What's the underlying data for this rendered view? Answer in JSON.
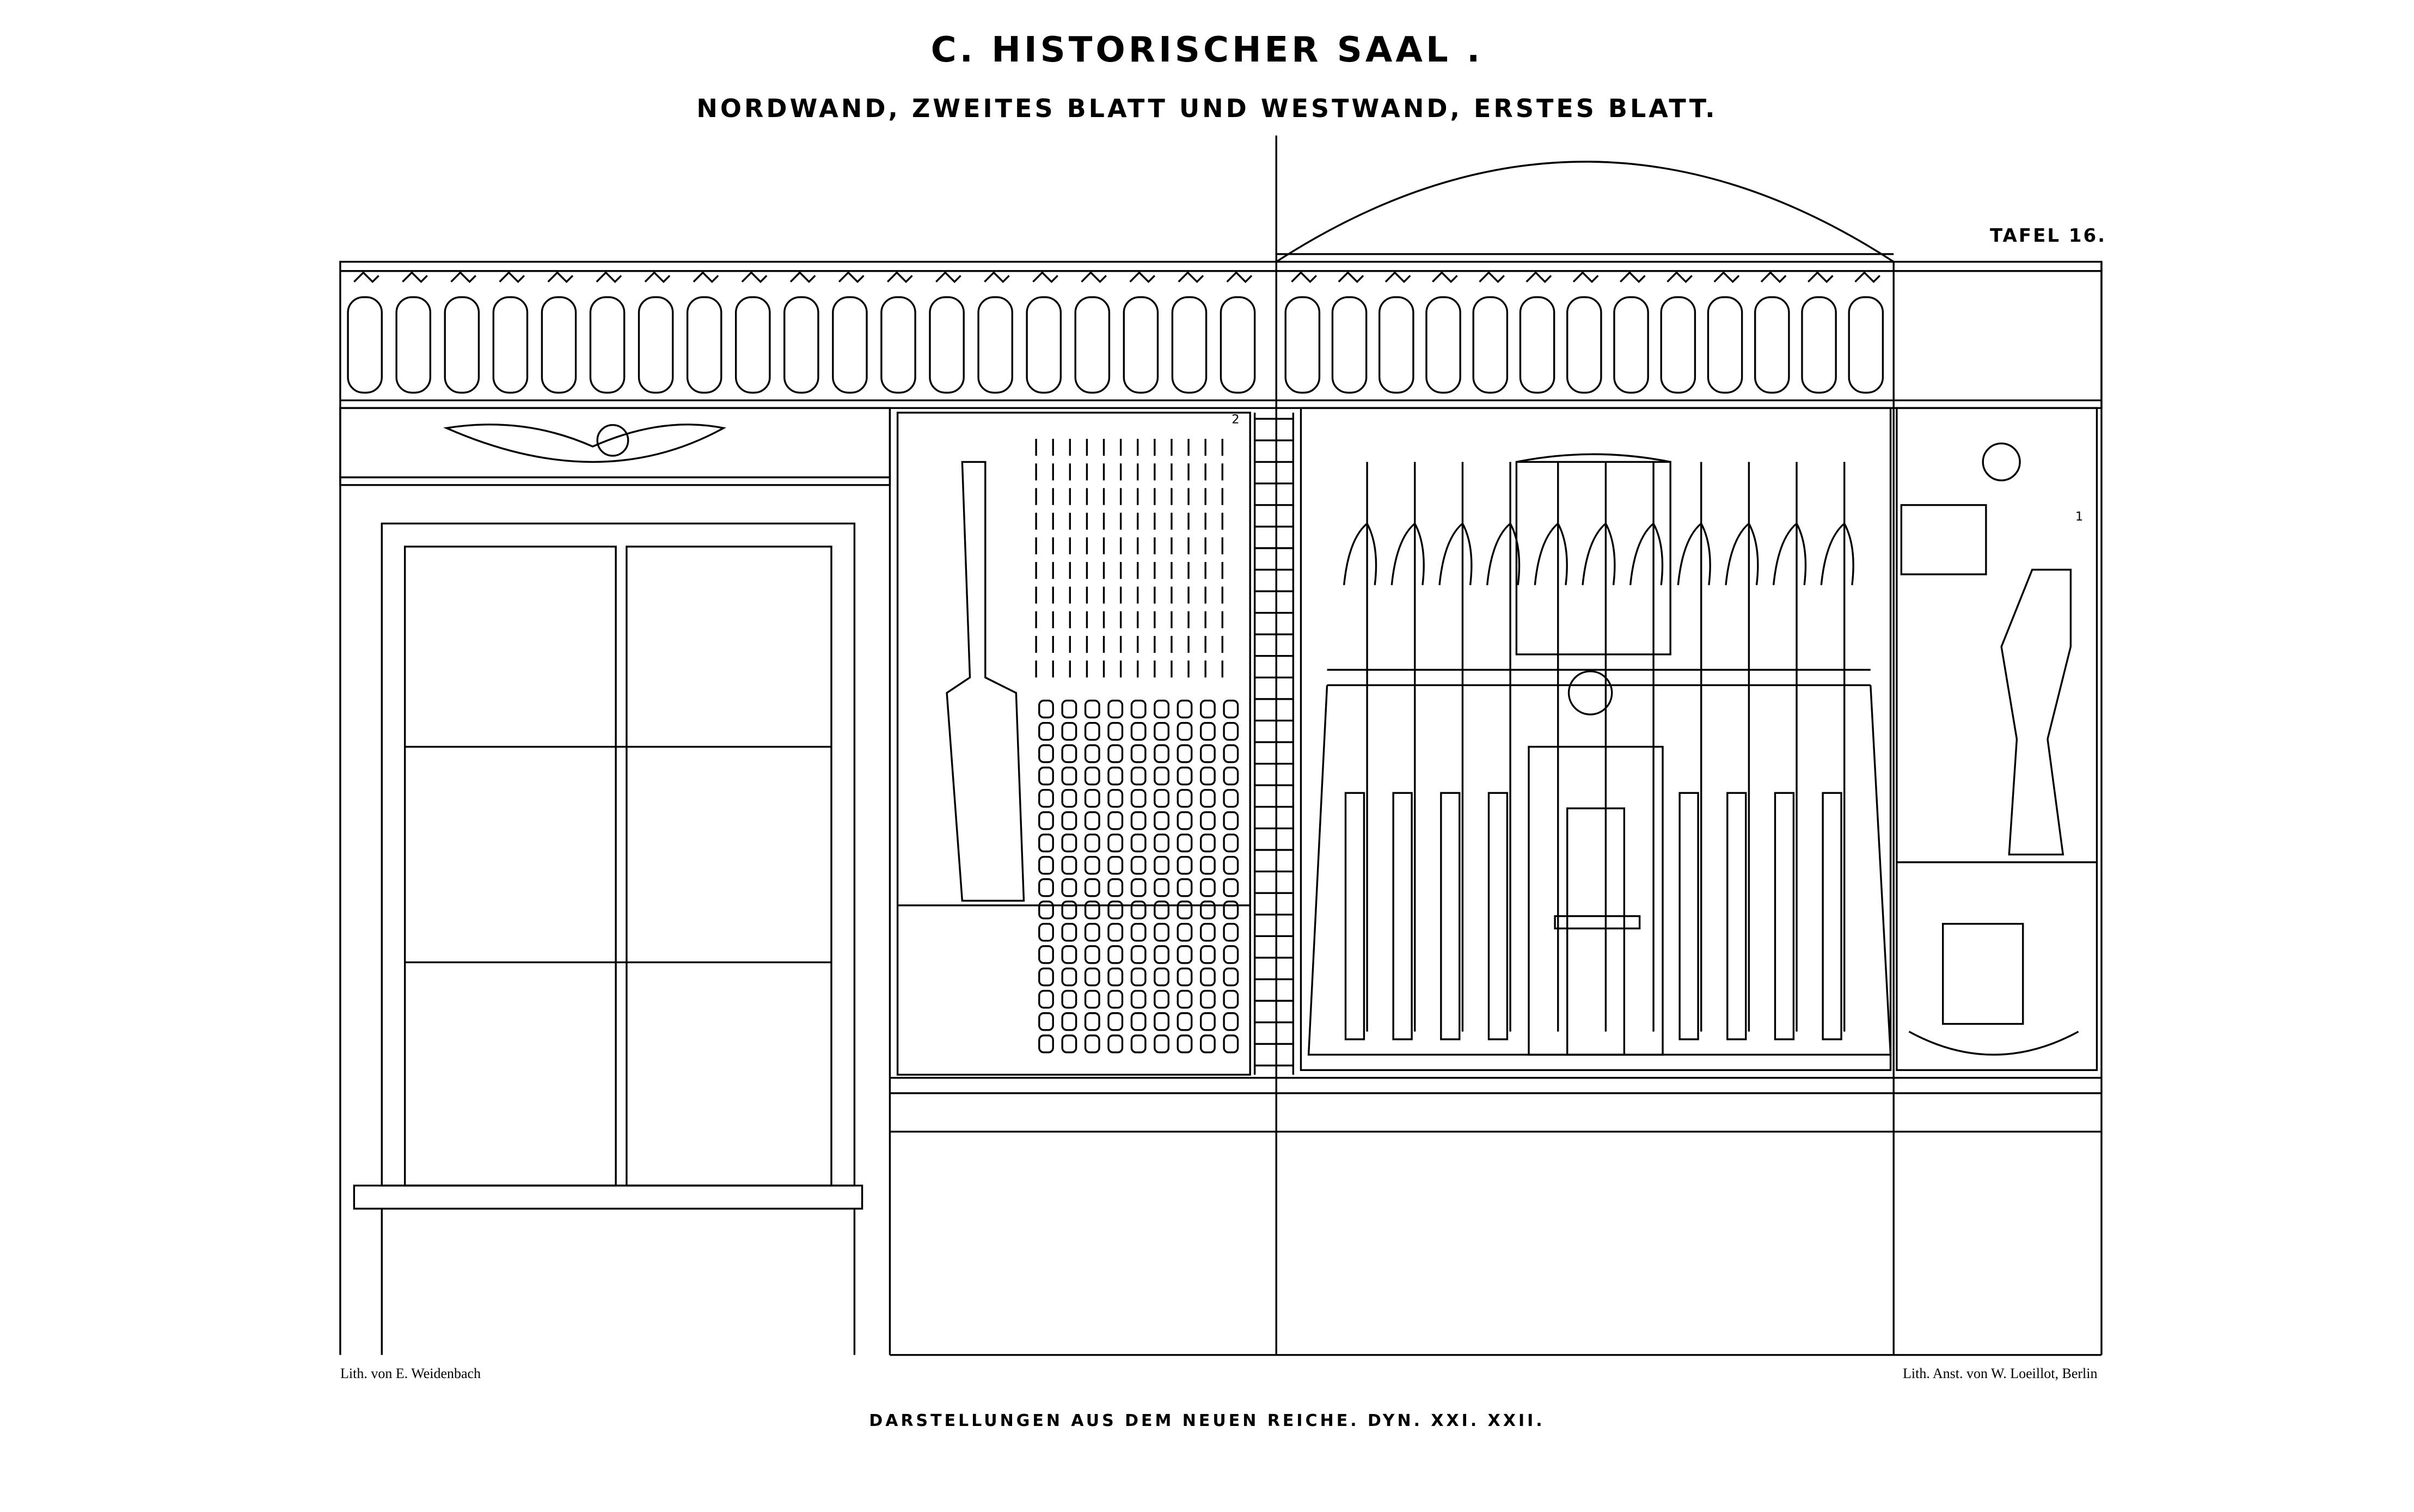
{
  "header": {
    "title": "C. HISTORISCHER SAAL .",
    "subtitle": "NORDWAND, ZWEITES BLATT UND WESTWAND, ERSTES BLATT.",
    "plate": "TAFEL 16."
  },
  "plate_numbers": {
    "panel_2": "2",
    "panel_1": "1"
  },
  "credits": {
    "lithographer": "Lith. von E. Weidenbach",
    "printer": "Lith. Anst. von W. Loeillot, Berlin"
  },
  "footer": {
    "caption": "DARSTELLUNGEN AUS DEM NEUEN REICHE. DYN. XXI. XXII."
  }
}
